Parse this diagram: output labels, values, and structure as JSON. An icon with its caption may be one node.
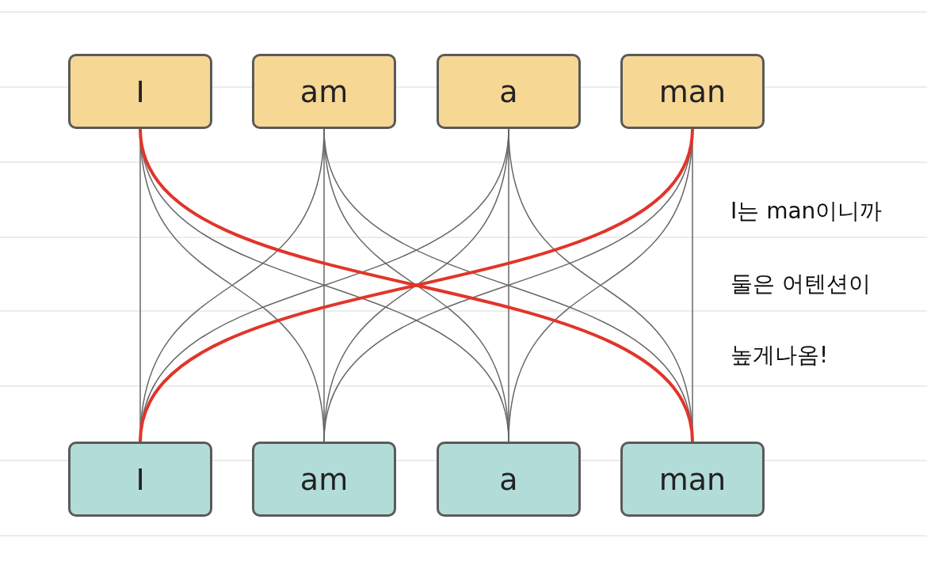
{
  "diagram": {
    "nodes": [
      {
        "text": [
          "I"
        ]
      },
      {
        "text": [
          "am"
        ]
      },
      {
        "text": [
          "a"
        ]
      },
      {
        "text": [
          "man"
        ]
      },
      {
        "text": [
          "I"
        ]
      },
      {
        "text": [
          "am"
        ]
      },
      {
        "text": [
          "a"
        ]
      },
      {
        "text": [
          "man"
        ]
      }
    ],
    "edges": [
      {
        "from": 0,
        "to": 4,
        "arrow": "none"
      },
      {
        "from": 0,
        "to": 5,
        "arrow": "none"
      },
      {
        "from": 0,
        "to": 6,
        "arrow": "none"
      },
      {
        "from": 0,
        "to": 7,
        "arrow": "none",
        "style": "thick",
        "color": "#e0352a"
      },
      {
        "from": 1,
        "to": 4,
        "arrow": "none"
      },
      {
        "from": 1,
        "to": 5,
        "arrow": "none"
      },
      {
        "from": 1,
        "to": 6,
        "arrow": "none"
      },
      {
        "from": 1,
        "to": 7,
        "arrow": "none"
      },
      {
        "from": 2,
        "to": 4,
        "arrow": "none"
      },
      {
        "from": 2,
        "to": 5,
        "arrow": "none"
      },
      {
        "from": 2,
        "to": 6,
        "arrow": "none"
      },
      {
        "from": 2,
        "to": 7,
        "arrow": "none"
      },
      {
        "from": 3,
        "to": 4,
        "arrow": "none",
        "style": "thick",
        "color": "#e0352a"
      },
      {
        "from": 3,
        "to": 5,
        "arrow": "none"
      },
      {
        "from": 3,
        "to": 6,
        "arrow": "none"
      },
      {
        "from": 3,
        "to": 7,
        "arrow": "none"
      }
    ],
    "labels": [
      "I는 man이니까",
      "둘은 어텐션이",
      "높게나옴!"
    ]
  }
}
